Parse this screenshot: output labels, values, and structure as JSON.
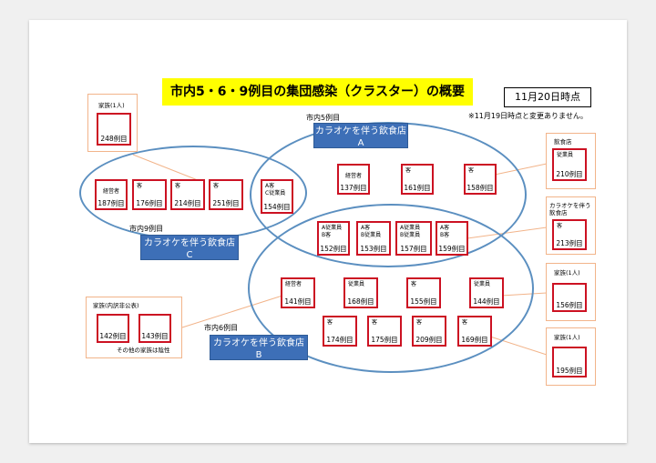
{
  "title": "市内5・6・9例目の集団感染（クラスター）の概要",
  "date": "11月20日時点",
  "note": "※11月19日時点と変更ありません。",
  "areas": {
    "a": {
      "label": "市内5例目",
      "box_line1": "カラオケを伴う飲食店",
      "box_line2": "A"
    },
    "b": {
      "label": "市内6例目",
      "box_line1": "カラオケを伴う飲食店",
      "box_line2": "B"
    },
    "c": {
      "label": "市内9例目",
      "box_line1": "カラオケを伴う飲食店",
      "box_line2": "C"
    }
  },
  "cases": {
    "c187": {
      "role": "経営者",
      "num": "187例目"
    },
    "c176": {
      "role": "客",
      "num": "176例目"
    },
    "c214": {
      "role": "客",
      "num": "214例目"
    },
    "c251": {
      "role": "客",
      "num": "251例目"
    },
    "c154": {
      "role": "A客\nC従業員",
      "num": "154例目"
    },
    "c137": {
      "role": "経営者",
      "num": "137例目"
    },
    "c161": {
      "role": "客",
      "num": "161例目"
    },
    "c158": {
      "role": "客",
      "num": "158例目"
    },
    "c152": {
      "role": "A従業員\nB客",
      "num": "152例目"
    },
    "c153": {
      "role": "A客\nB従業員",
      "num": "153例目"
    },
    "c157": {
      "role": "A従業員\nB従業員",
      "num": "157例目"
    },
    "c159": {
      "role": "A客\nB客",
      "num": "159例目"
    },
    "c141": {
      "role": "経営者",
      "num": "141例目"
    },
    "c168": {
      "role": "従業員",
      "num": "168例目"
    },
    "c155": {
      "role": "客",
      "num": "155例目"
    },
    "c144": {
      "role": "従業員",
      "num": "144例目"
    },
    "c174": {
      "role": "客",
      "num": "174例目"
    },
    "c175": {
      "role": "客",
      "num": "175例目"
    },
    "c209": {
      "role": "客",
      "num": "209例目"
    },
    "c169": {
      "role": "客",
      "num": "169例目"
    }
  },
  "external": {
    "fam248": {
      "title": "家族(1人)",
      "num": "248例目"
    },
    "rest210": {
      "title": "飲食店",
      "role": "従業員",
      "num": "210例目"
    },
    "kara213": {
      "title": "カラオケを伴う\n飲食店",
      "role": "客",
      "num": "213例目"
    },
    "fam156": {
      "title": "家族(1人)",
      "num": "156例目"
    },
    "fam195": {
      "title": "家族(1人)",
      "num": "195例目"
    },
    "fam_multi": {
      "title": "家族(内訳非公表)",
      "num1": "142例目",
      "num2": "143例目",
      "footer": "その他の家族は陰性"
    }
  },
  "colors": {
    "case_border": "#cc1122",
    "ellipse": "#5b8fc0",
    "label_bg": "#3d6fb7",
    "title_bg": "#ffff00",
    "ext_border": "#f2b48a"
  }
}
